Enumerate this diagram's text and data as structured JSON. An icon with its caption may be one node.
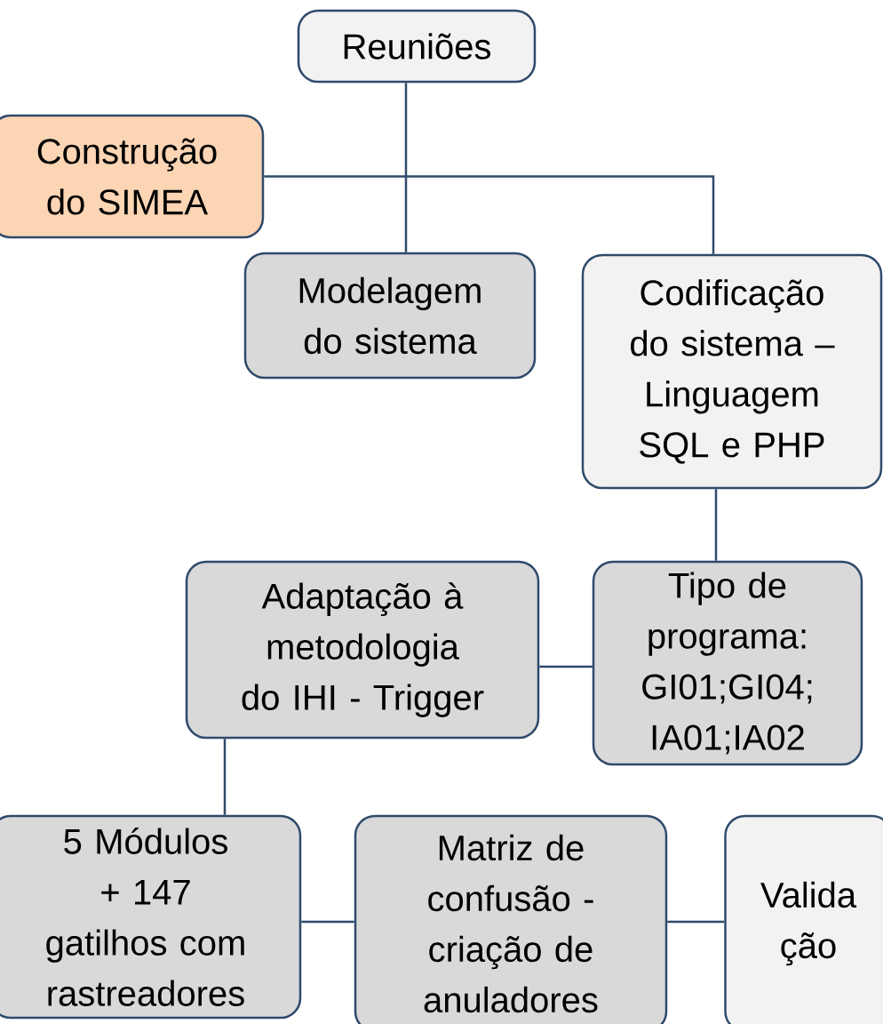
{
  "diagram": {
    "nodes": [
      {
        "text": [
          "Reuniões"
        ]
      },
      {
        "text": [
          "Construção do SIMEA"
        ]
      },
      {
        "text": [
          "Modelagem do sistema"
        ]
      },
      {
        "text": [
          "Codificação do sistema – Linguagem SQL e PHP"
        ]
      },
      {
        "text": [
          "Adaptação à metodologia do IHI - Trigger"
        ]
      },
      {
        "text": [
          "Tipo de programa: GI01;GI04; IA01;IA02"
        ]
      },
      {
        "text": [
          "5 Módulos + 147 gatilhos com rastreadores"
        ]
      },
      {
        "text": [
          "Matriz de confusão - criação de anuladores"
        ]
      },
      {
        "text": [
          "Valida ção"
        ]
      }
    ],
    "edges": [
      {
        "from": 0,
        "to": 2,
        "arrow": "none"
      },
      {
        "from": 1,
        "to": 3,
        "arrow": "none"
      },
      {
        "from": 3,
        "to": 5,
        "arrow": "none"
      },
      {
        "from": 4,
        "to": 5,
        "arrow": "none"
      },
      {
        "from": 4,
        "to": 6,
        "arrow": "none"
      },
      {
        "from": 6,
        "to": 7,
        "arrow": "none"
      },
      {
        "from": 7,
        "to": 8,
        "arrow": "none"
      }
    ]
  }
}
